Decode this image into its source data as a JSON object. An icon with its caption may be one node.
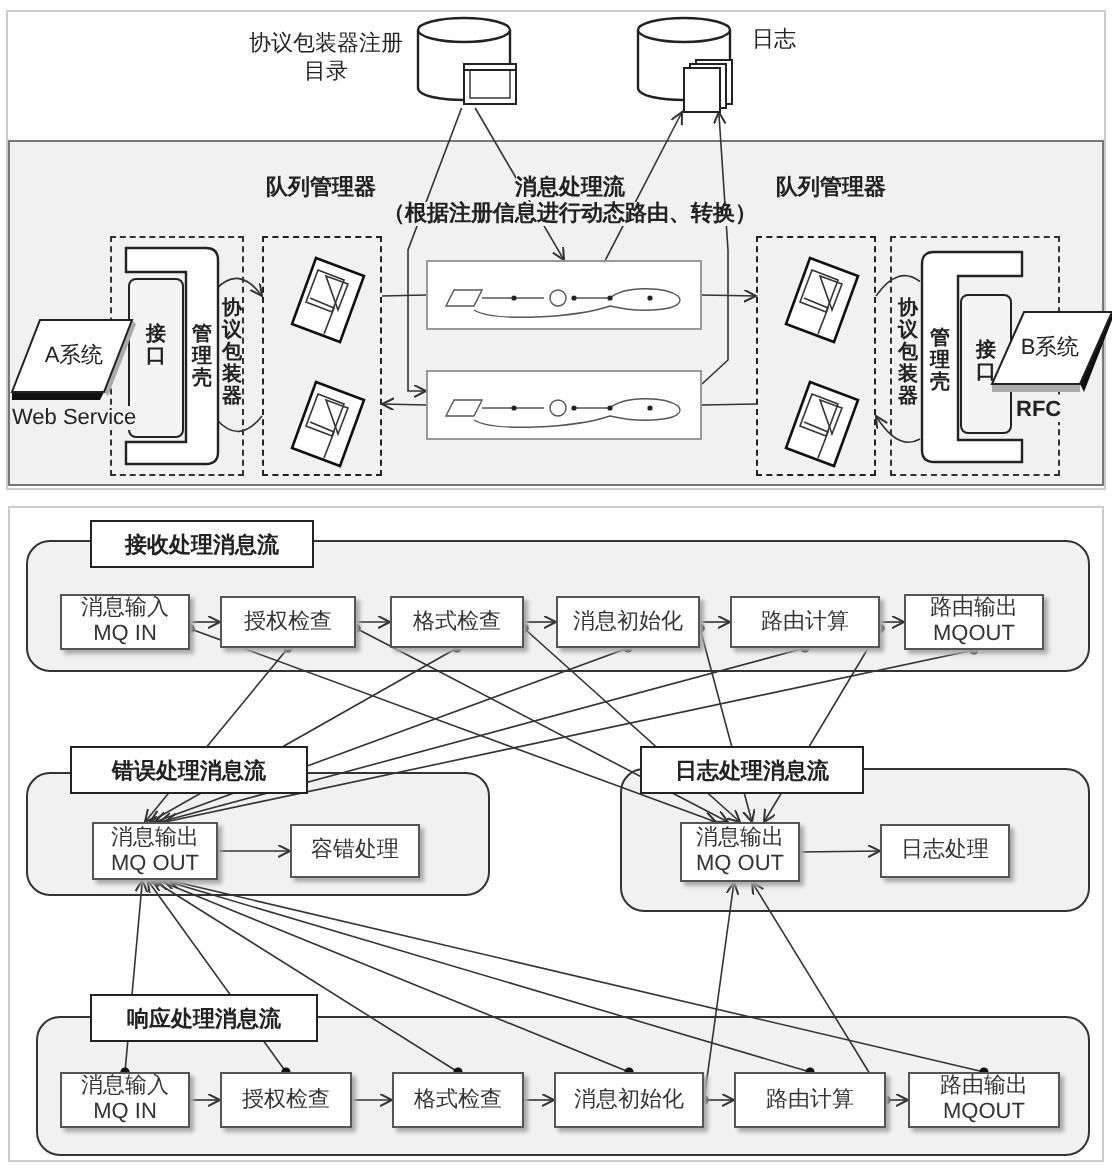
{
  "diagram": {
    "nodes": [
      {
        "text": [
          "协议包装器注册目录"
        ]
      },
      {
        "text": [
          "日志"
        ]
      },
      {
        "text": [
          "A系统"
        ],
        "beside": [
          "Web Service"
        ]
      },
      {
        "text": [
          "协议包装器"
        ]
      },
      {
        "text": [
          "管理壳"
        ],
        "in": 3
      },
      {
        "text": [
          "接口"
        ],
        "in": 4
      },
      {
        "text": [],
        "shape": "box"
      },
      {
        "text": [],
        "shape": "box"
      },
      {
        "text": [],
        "shape": "box"
      },
      {
        "text": [],
        "shape": "box"
      },
      {
        "text": [
          "协议包装器"
        ]
      },
      {
        "text": [
          "管理壳"
        ],
        "in": 10
      },
      {
        "text": [
          "接口"
        ],
        "in": 11
      },
      {
        "text": [
          "B系统"
        ],
        "beside": [
          "RFC"
        ]
      },
      {
        "text": [
          "接收处理消息流"
        ]
      },
      {
        "text": [
          "消息输入 MQ IN"
        ],
        "in": 14
      },
      {
        "text": [
          "授权检查"
        ],
        "in": 14
      },
      {
        "text": [
          "格式检查"
        ],
        "in": 14
      },
      {
        "text": [
          "消息初始化"
        ],
        "in": 14
      },
      {
        "text": [
          "路由计算"
        ],
        "in": 14
      },
      {
        "text": [
          "路由输出 MQOUT"
        ],
        "in": 14
      },
      {
        "text": [
          "错误处理消息流"
        ]
      },
      {
        "text": [
          "消息输出 MQ OUT"
        ],
        "in": 21
      },
      {
        "text": [
          "容错处理"
        ],
        "in": 21
      },
      {
        "text": [
          "日志处理消息流"
        ]
      },
      {
        "text": [
          "消息输出 MQ OUT"
        ],
        "in": 24
      },
      {
        "text": [
          "日志处理"
        ],
        "in": 24
      },
      {
        "text": [
          "响应处理消息流"
        ]
      },
      {
        "text": [
          "消息输入 MQ IN"
        ],
        "in": 27
      },
      {
        "text": [
          "授权检查"
        ],
        "in": 27
      },
      {
        "text": [
          "格式检查"
        ],
        "in": 27
      },
      {
        "text": [
          "消息初始化"
        ],
        "in": 27
      },
      {
        "text": [
          "路由计算"
        ],
        "in": 27
      },
      {
        "text": [
          "路由输出 MQOUT"
        ],
        "in": 27
      }
    ],
    "edges": [
      {
        "from": 4,
        "to": 6,
        "arrow": "to"
      },
      {
        "from": 6,
        "to": 4,
        "arrow": "none"
      },
      {
        "from": 6,
        "to": 7,
        "arrow": "none"
      },
      {
        "from": 8,
        "to": 6,
        "arrow": "to"
      },
      {
        "from": 7,
        "to": 9,
        "arrow": "to"
      },
      {
        "from": 9,
        "to": 8,
        "arrow": "none"
      },
      {
        "from": 9,
        "to": 11,
        "arrow": "none"
      },
      {
        "from": 11,
        "to": 9,
        "arrow": "to"
      },
      {
        "from": 0,
        "to": 7,
        "arrow": "to"
      },
      {
        "from": 0,
        "to": 8,
        "arrow": "to"
      },
      {
        "from": 7,
        "to": 1,
        "arrow": "to"
      },
      {
        "from": 8,
        "to": 1,
        "arrow": "to"
      },
      {
        "from": 15,
        "to": 16,
        "arrow": "to"
      },
      {
        "from": 16,
        "to": 17,
        "arrow": "to"
      },
      {
        "from": 17,
        "to": 18,
        "arrow": "to"
      },
      {
        "from": 18,
        "to": 19,
        "arrow": "to"
      },
      {
        "from": 19,
        "to": 20,
        "arrow": "to"
      },
      {
        "from": 22,
        "to": 23,
        "arrow": "to"
      },
      {
        "from": 25,
        "to": 26,
        "arrow": "to"
      },
      {
        "from": 28,
        "to": 29,
        "arrow": "to"
      },
      {
        "from": 29,
        "to": 30,
        "arrow": "to"
      },
      {
        "from": 30,
        "to": 31,
        "arrow": "to"
      },
      {
        "from": 31,
        "to": 32,
        "arrow": "to"
      },
      {
        "from": 32,
        "to": 33,
        "arrow": "to"
      },
      {
        "from": 16,
        "to": 22,
        "arrow": "to"
      },
      {
        "from": 17,
        "to": 22,
        "arrow": "to"
      },
      {
        "from": 18,
        "to": 22,
        "arrow": "to"
      },
      {
        "from": 19,
        "to": 22,
        "arrow": "to"
      },
      {
        "from": 20,
        "to": 22,
        "arrow": "to"
      },
      {
        "from": 15,
        "to": 25,
        "arrow": "to"
      },
      {
        "from": 16,
        "to": 25,
        "arrow": "to"
      },
      {
        "from": 17,
        "to": 25,
        "arrow": "to"
      },
      {
        "from": 18,
        "to": 25,
        "arrow": "to"
      },
      {
        "from": 19,
        "to": 25,
        "arrow": "to"
      },
      {
        "from": 28,
        "to": 22,
        "arrow": "to"
      },
      {
        "from": 29,
        "to": 22,
        "arrow": "to"
      },
      {
        "from": 30,
        "to": 22,
        "arrow": "to"
      },
      {
        "from": 31,
        "to": 22,
        "arrow": "to"
      },
      {
        "from": 32,
        "to": 22,
        "arrow": "to"
      },
      {
        "from": 33,
        "to": 22,
        "arrow": "to"
      },
      {
        "from": 31,
        "to": 25,
        "arrow": "to"
      },
      {
        "from": 32,
        "to": 25,
        "arrow": "to"
      }
    ],
    "labels": [
      "队列管理器",
      "消息处理流",
      "队列管理器",
      "（根据注册信息进行动态路由、转换）"
    ]
  }
}
